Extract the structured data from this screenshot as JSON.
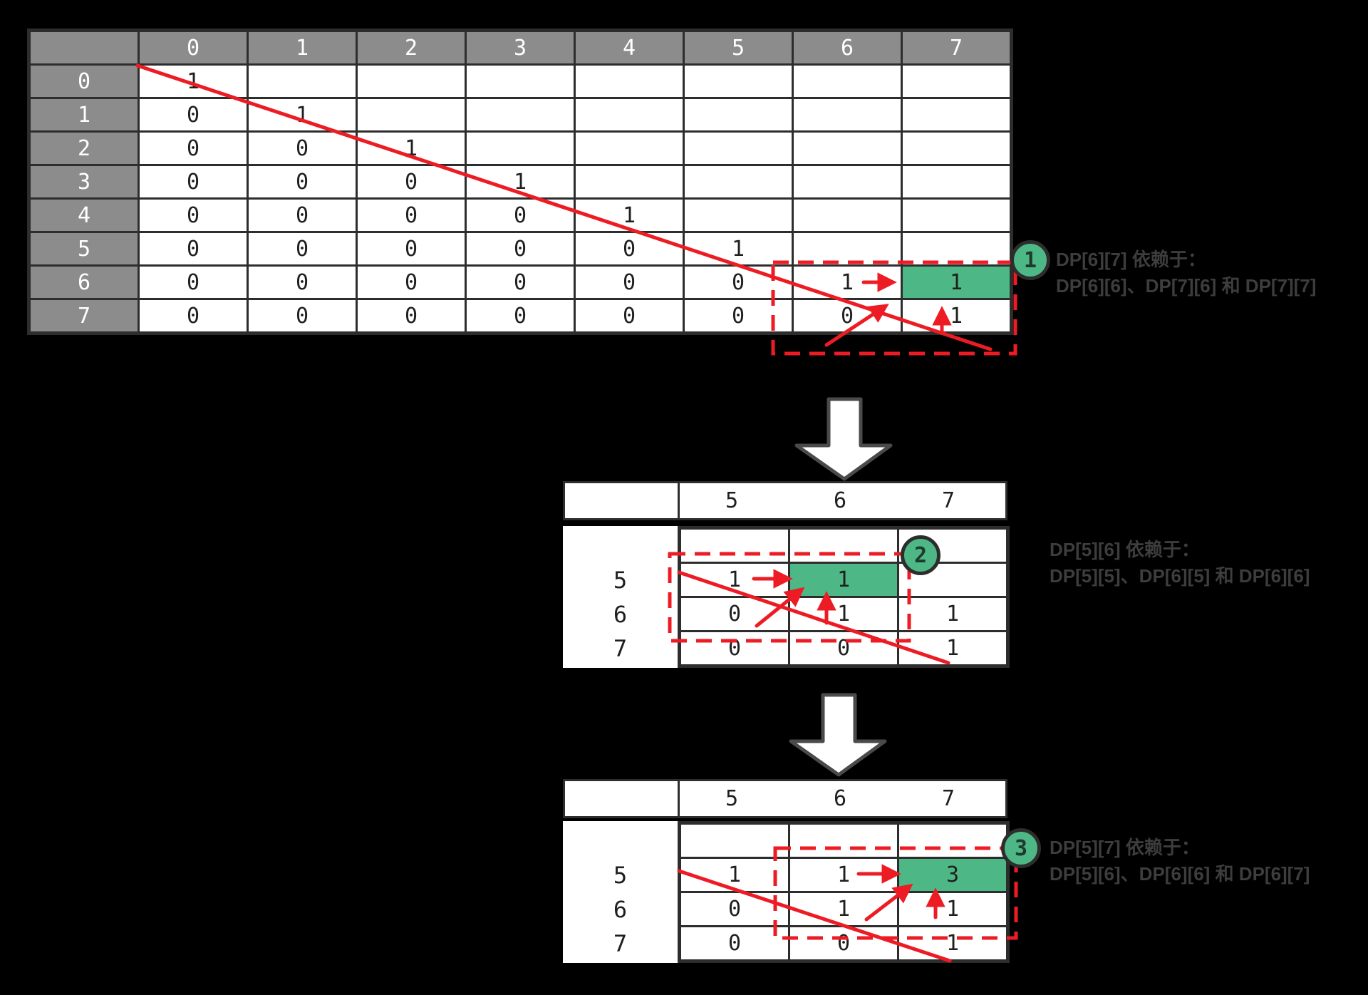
{
  "colors": {
    "highlight_green": "#4db886",
    "red": "#ed1c24",
    "header_gray": "#8c8c8c",
    "border_dark": "#2d2d2d",
    "cell_text": "#1f1f1f",
    "annotation_text": "#3d3d3d",
    "block_arrow_fill": "#ffffff"
  },
  "dp_table": {
    "col_headers": [
      "0",
      "1",
      "2",
      "3",
      "4",
      "5",
      "6",
      "7"
    ],
    "row_headers": [
      "0",
      "1",
      "2",
      "3",
      "4",
      "5",
      "6",
      "7"
    ],
    "rows": [
      [
        "1",
        "",
        "",
        "",
        "",
        "",
        "",
        ""
      ],
      [
        "0",
        "1",
        "",
        "",
        "",
        "",
        "",
        ""
      ],
      [
        "0",
        "0",
        "1",
        "",
        "",
        "",
        "",
        ""
      ],
      [
        "0",
        "0",
        "0",
        "1",
        "",
        "",
        "",
        ""
      ],
      [
        "0",
        "0",
        "0",
        "0",
        "1",
        "",
        "",
        ""
      ],
      [
        "0",
        "0",
        "0",
        "0",
        "0",
        "1",
        "",
        ""
      ],
      [
        "0",
        "0",
        "0",
        "0",
        "0",
        "0",
        "1",
        "1"
      ],
      [
        "0",
        "0",
        "0",
        "0",
        "0",
        "0",
        "0",
        "1"
      ]
    ],
    "highlight": {
      "row": 6,
      "col": 7
    }
  },
  "step1": {
    "badge": "1",
    "line1": "DP[6][7] 依赖于：",
    "line2": "DP[6][6]、DP[7][6] 和 DP[7][7]"
  },
  "sub_table_1": {
    "col_headers": [
      "5",
      "6",
      "7"
    ],
    "row_headers": [
      "5",
      "6",
      "7"
    ],
    "rows": [
      [
        "",
        "",
        ""
      ],
      [
        "1",
        "1",
        ""
      ],
      [
        "0",
        "1",
        "1"
      ],
      [
        "0",
        "0",
        "1"
      ]
    ],
    "highlight": {
      "row": 1,
      "col": 1
    }
  },
  "step2": {
    "badge": "2",
    "line1": "DP[5][6] 依赖于：",
    "line2": "DP[5][5]、DP[6][5] 和 DP[6][6]"
  },
  "sub_table_2": {
    "col_headers": [
      "5",
      "6",
      "7"
    ],
    "row_headers": [
      "5",
      "6",
      "7"
    ],
    "rows": [
      [
        "",
        "",
        ""
      ],
      [
        "1",
        "1",
        "3"
      ],
      [
        "0",
        "1",
        "1"
      ],
      [
        "0",
        "0",
        "1"
      ]
    ],
    "highlight": {
      "row": 1,
      "col": 2
    }
  },
  "step3": {
    "badge": "3",
    "line1": "DP[5][7] 依赖于：",
    "line2": "DP[5][6]、DP[6][6] 和 DP[6][7]"
  }
}
